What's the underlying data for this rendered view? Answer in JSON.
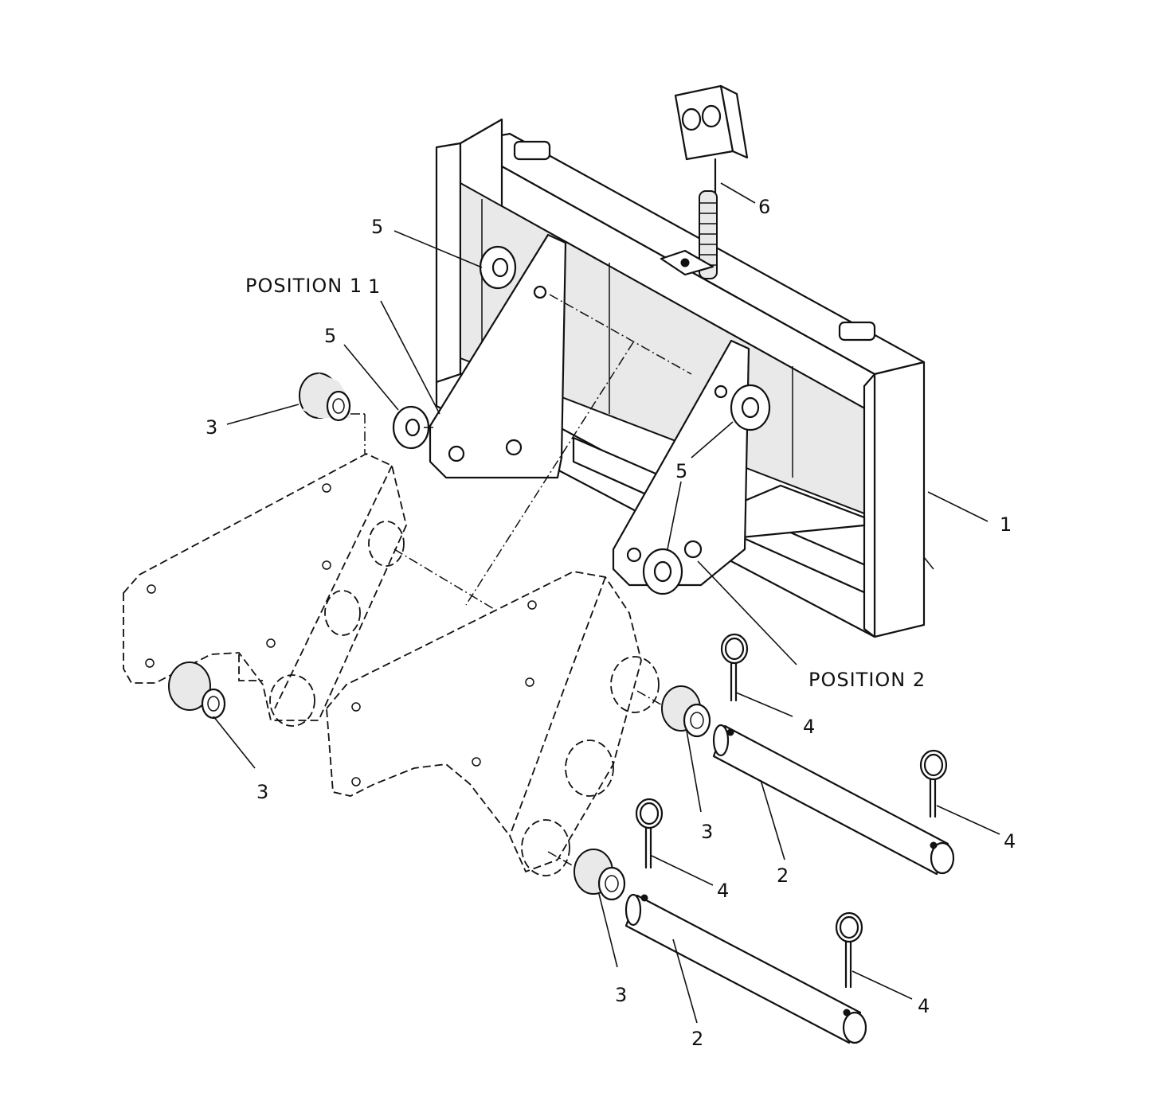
{
  "callouts": [
    {
      "id": "c6",
      "text": "6"
    },
    {
      "id": "c5a",
      "text": "5"
    },
    {
      "id": "c5b",
      "text": "5"
    },
    {
      "id": "c5c",
      "text": "5"
    },
    {
      "id": "c1a",
      "text": "1"
    },
    {
      "id": "c1b",
      "text": "1"
    },
    {
      "id": "c3a",
      "text": "3"
    },
    {
      "id": "c3b",
      "text": "3"
    },
    {
      "id": "c3c",
      "text": "3"
    },
    {
      "id": "c3d",
      "text": "3"
    },
    {
      "id": "c4a",
      "text": "4"
    },
    {
      "id": "c4b",
      "text": "4"
    },
    {
      "id": "c4c",
      "text": "4"
    },
    {
      "id": "c4d",
      "text": "4"
    },
    {
      "id": "c2a",
      "text": "2"
    },
    {
      "id": "c2b",
      "text": "2"
    }
  ],
  "position_labels": {
    "position_1": "POSITION  1",
    "position_2": "POSITION  2"
  }
}
